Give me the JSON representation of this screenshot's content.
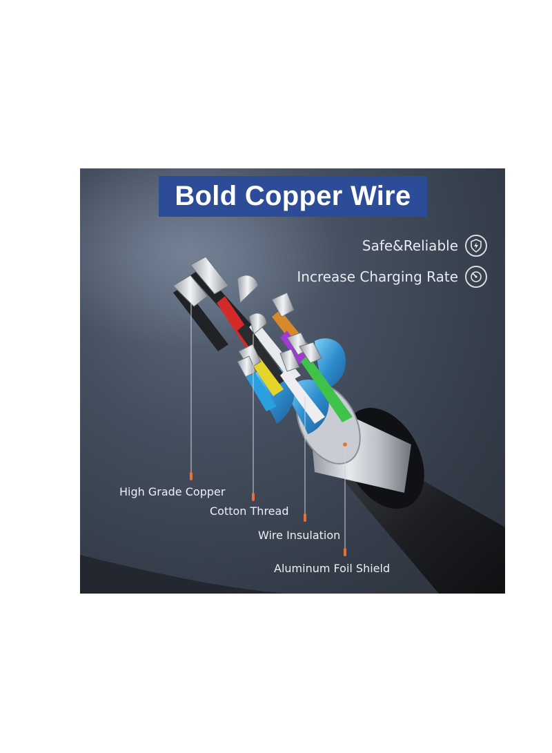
{
  "title": "Bold Copper Wire",
  "features": [
    {
      "label": "Safe&Reliable",
      "icon": "shield-lightning-icon"
    },
    {
      "label": "Increase Charging Rate",
      "icon": "gauge-icon"
    }
  ],
  "callouts": [
    {
      "label": "High Grade Copper"
    },
    {
      "label": "Cotton Thread"
    },
    {
      "label": "Wire Insulation"
    },
    {
      "label": "Aluminum Foil Shield"
    }
  ],
  "colors": {
    "banner": "#2c4c97",
    "leader": "#e8703a",
    "jacket": "#1c1e22",
    "braid": "#3aa0d8"
  }
}
